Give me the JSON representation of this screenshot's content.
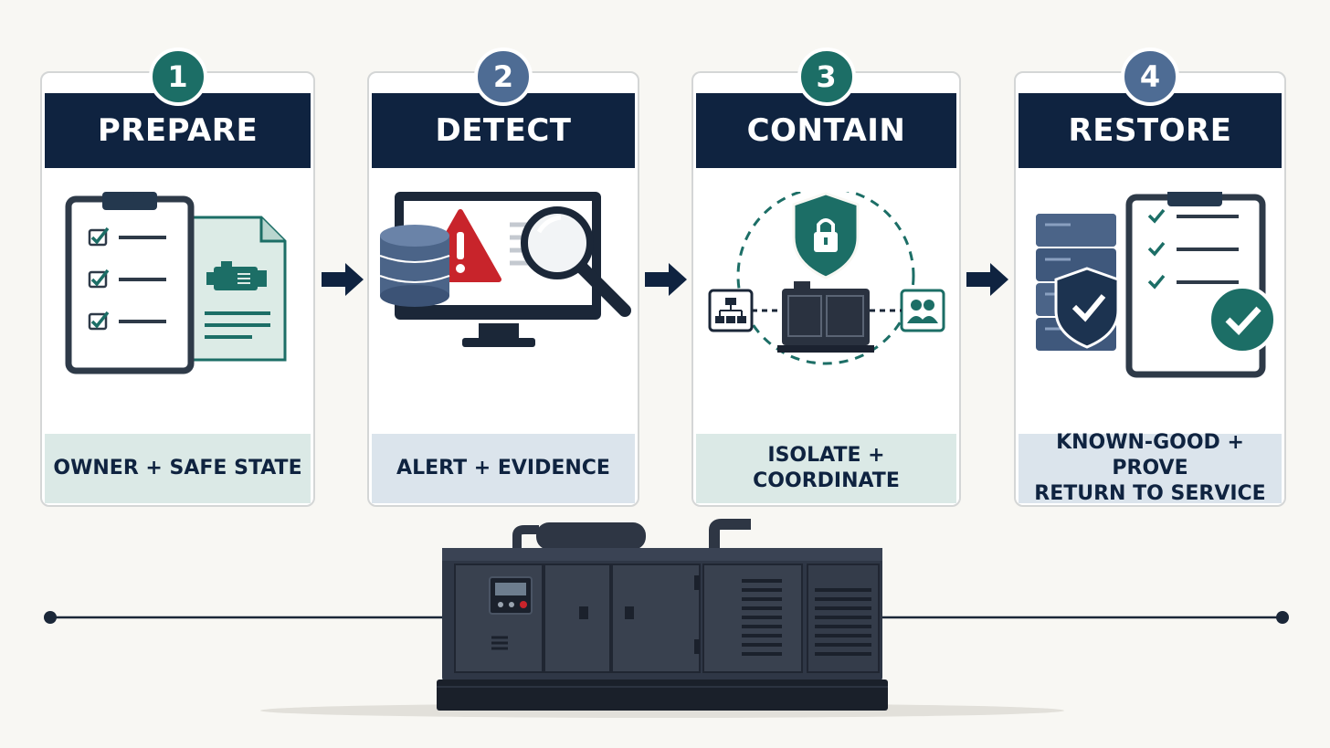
{
  "steps": [
    {
      "number": "1",
      "title": "PREPARE",
      "caption": "OWNER + SAFE STATE"
    },
    {
      "number": "2",
      "title": "DETECT",
      "caption": "ALERT + EVIDENCE"
    },
    {
      "number": "3",
      "title": "CONTAIN",
      "caption": "ISOLATE + COORDINATE"
    },
    {
      "number": "4",
      "title": "RESTORE",
      "caption": "KNOWN-GOOD + PROVE\nRETURN TO SERVICE"
    }
  ],
  "colors": {
    "navy": "#0f2340",
    "teal": "#1c6e66",
    "blue": "#4e6c94",
    "caption_teal": "#dbe9e6",
    "caption_blue": "#dbe4ec",
    "alert_red": "#c8242b"
  }
}
